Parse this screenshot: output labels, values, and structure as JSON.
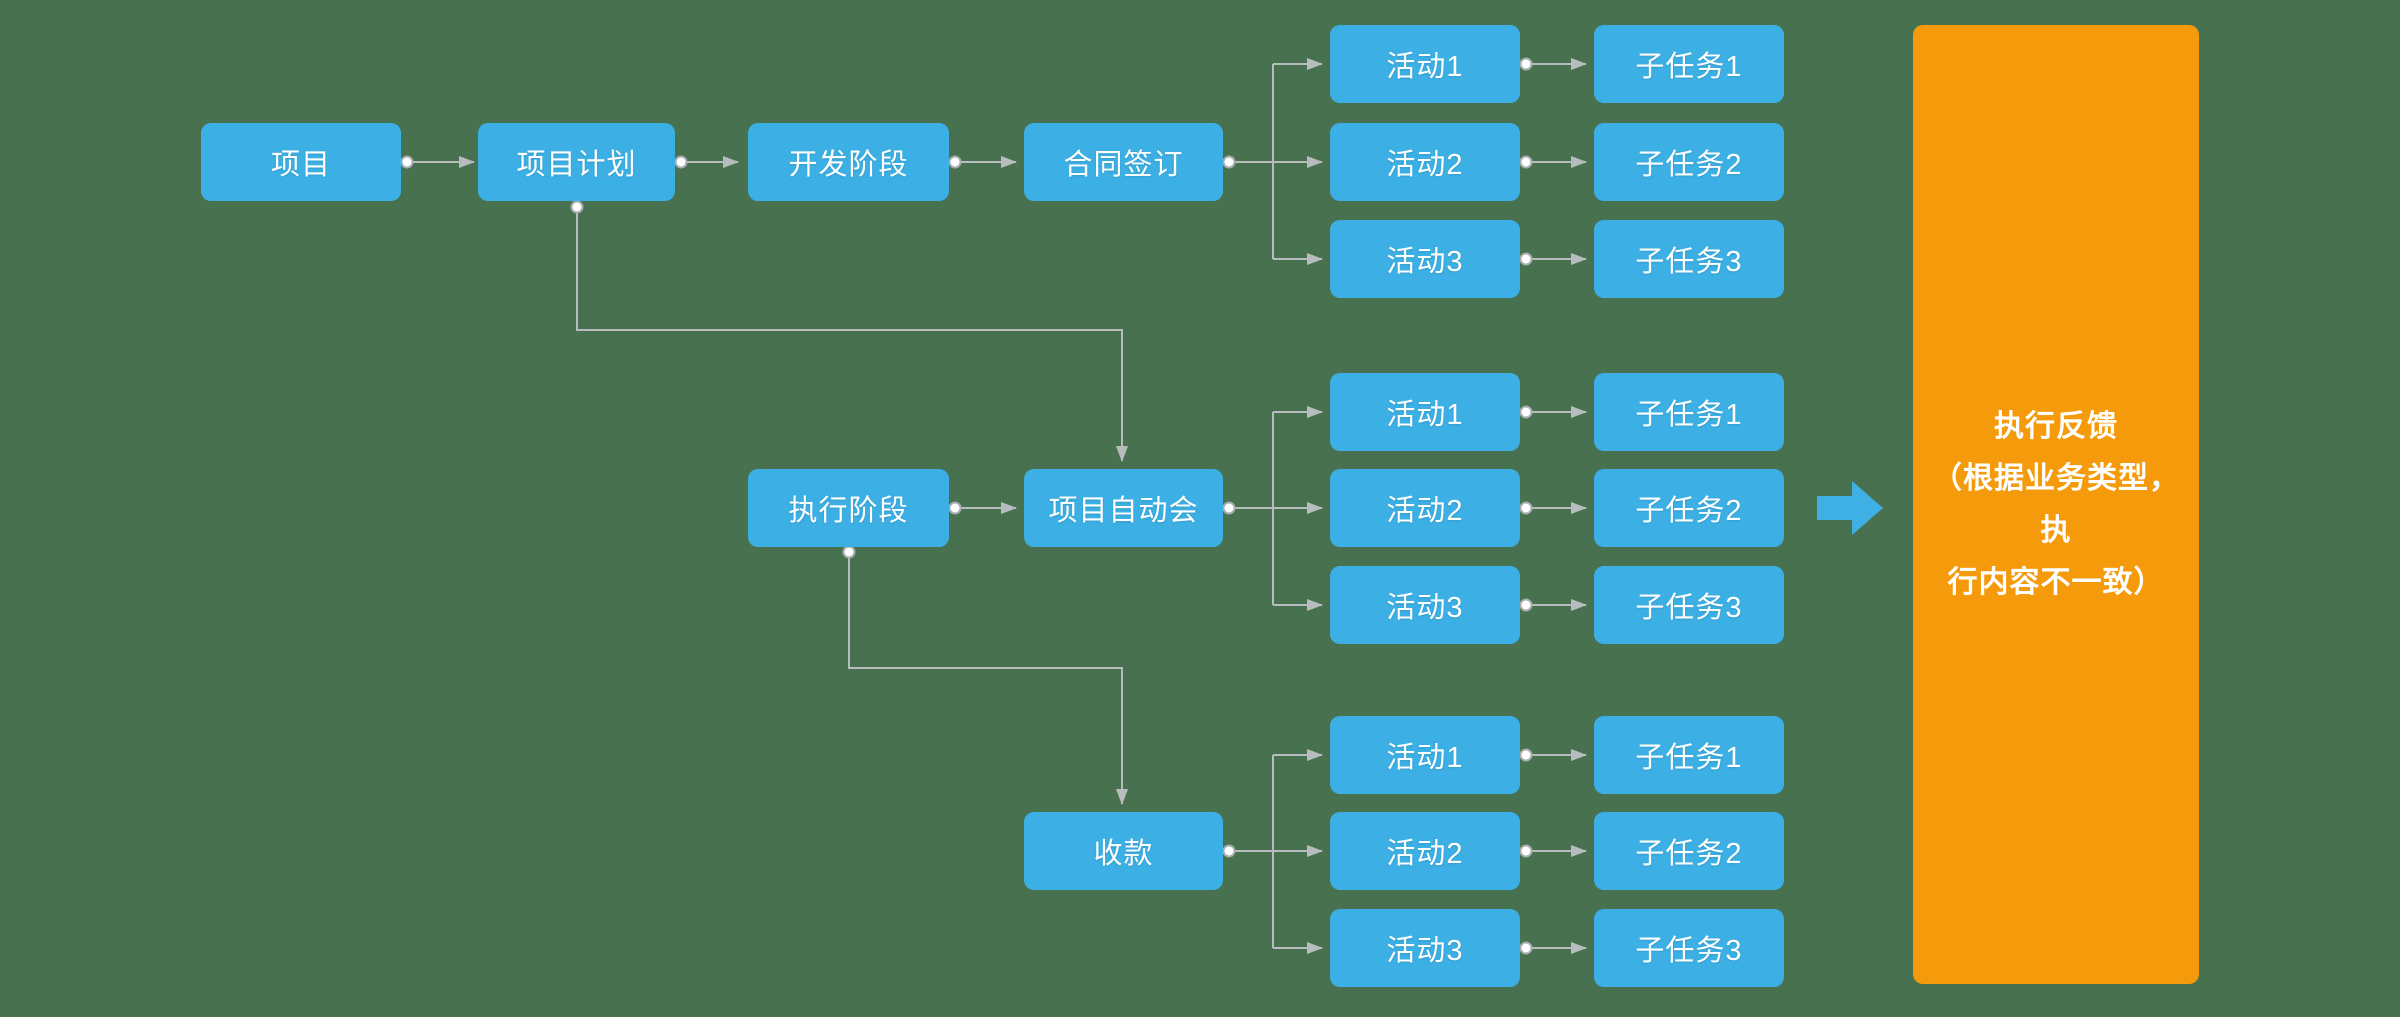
{
  "diagram": {
    "colors": {
      "background": "#48714F",
      "node_blue": "#3CB0E5",
      "feedback_orange": "#F49A0B",
      "connector_gray": "#B7BCBF",
      "arrow_blue": "#3FB0E4",
      "text_white": "#FFFFFF"
    },
    "nodes": {
      "project": "项目",
      "plan": "项目计划",
      "dev_phase": "开发阶段",
      "contract": "合同签订",
      "exec_phase": "执行阶段",
      "kickoff_meeting": "项目自动会",
      "collection": "收款"
    },
    "groups": [
      {
        "activities": [
          "活动1",
          "活动2",
          "活动3"
        ],
        "subtasks": [
          "子任务1",
          "子任务2",
          "子任务3"
        ]
      },
      {
        "activities": [
          "活动1",
          "活动2",
          "活动3"
        ],
        "subtasks": [
          "子任务1",
          "子任务2",
          "子任务3"
        ]
      },
      {
        "activities": [
          "活动1",
          "活动2",
          "活动3"
        ],
        "subtasks": [
          "子任务1",
          "子任务2",
          "子任务3"
        ]
      }
    ],
    "feedback": {
      "lines": [
        "执行反馈",
        "（根据业务类型，执",
        "行内容不一致）"
      ]
    }
  }
}
